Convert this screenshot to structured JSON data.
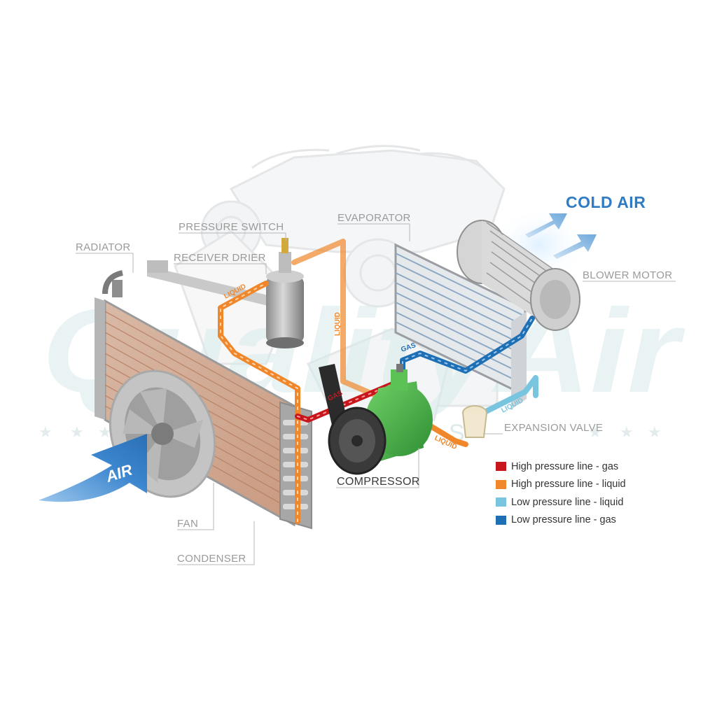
{
  "watermark": {
    "brand": "QualityAir",
    "sub": "AUTO PARTS"
  },
  "banner": {
    "cold_air": "COLD AIR",
    "air": "AIR"
  },
  "labels": {
    "radiator": "RADIATOR",
    "pressure_switch": "PRESSURE SWITCH",
    "receiver_drier": "RECEIVER DRIER",
    "evaporator": "EVAPORATOR",
    "blower_motor": "BLOWER MOTOR",
    "expansion_valve": "EXPANSION VALVE",
    "compressor": "COMPRESSOR",
    "fan": "FAN",
    "condenser": "CONDENSER"
  },
  "flow_tags": {
    "liquid": "LIQUID",
    "gas": "GAS"
  },
  "legend": [
    {
      "label": "High pressure line - gas",
      "color": "#c8161d"
    },
    {
      "label": "High pressure line - liquid",
      "color": "#f0872b"
    },
    {
      "label": "Low pressure line - liquid",
      "color": "#79c5df"
    },
    {
      "label": "Low pressure line -  gas",
      "color": "#1f6fb5"
    }
  ],
  "colors": {
    "high_gas": "#c8161d",
    "high_liquid": "#f0872b",
    "low_liquid": "#79c5df",
    "low_gas": "#1f6fb5",
    "compressor": "#4cb748",
    "air_arrow": "#2f7cc4"
  }
}
